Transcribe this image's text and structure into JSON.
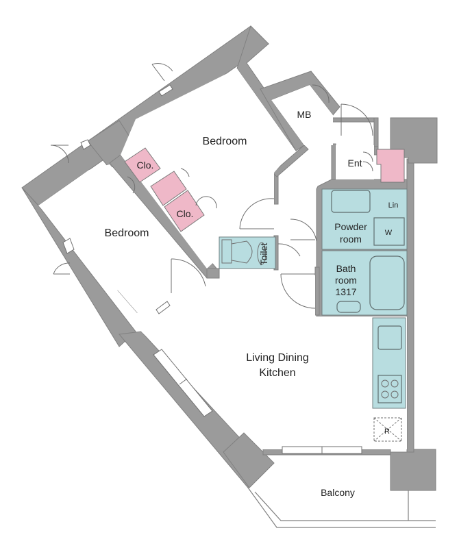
{
  "rooms": {
    "bedroom_upper": "Bedroom",
    "bedroom_left": "Bedroom",
    "closet_1": "Clo.",
    "closet_2": "Clo.",
    "mb": "MB",
    "entrance": "Ent",
    "linen": "Lin",
    "powder_room_line1": "Powder",
    "powder_room_line2": "room",
    "washer": "W",
    "toilet": "Toilet",
    "bath_line1": "Bath",
    "bath_line2": "room",
    "bath_line3": "1317",
    "ldk_line1": "Living Dining",
    "ldk_line2": "Kitchen",
    "refrigerator": "R",
    "balcony": "Balcony"
  },
  "colors": {
    "wall": "#9b9b9b",
    "closet": "#efb8c8",
    "wet_area": "#b8dde0",
    "background": "#ffffff"
  }
}
